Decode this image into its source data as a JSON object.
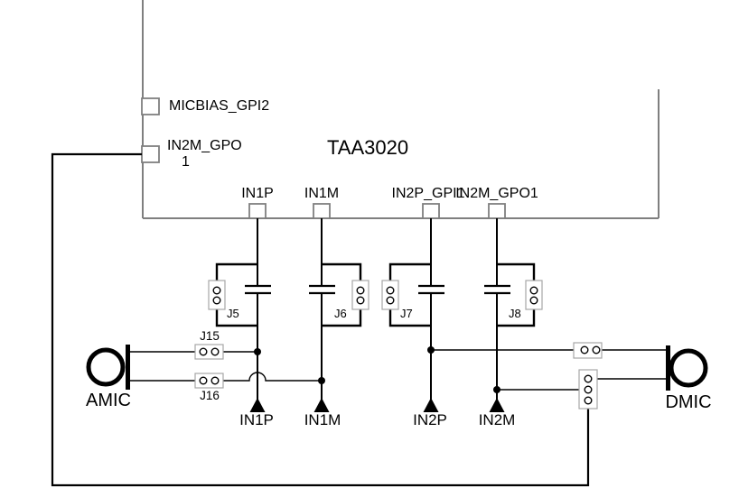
{
  "chip": {
    "name": "TAA3020",
    "left_pins": [
      {
        "label": "MICBIAS_GPI2"
      },
      {
        "label": "IN2M_GPO",
        "label2": "1"
      }
    ],
    "bottom_pins": [
      {
        "label": "IN1P"
      },
      {
        "label": "IN1M"
      },
      {
        "label": "IN2P_GPI1"
      },
      {
        "label": "IN2M_GPO1"
      }
    ]
  },
  "jumpers": {
    "j5": "J5",
    "j6": "J6",
    "j7": "J7",
    "j8": "J8",
    "j15": "J15",
    "j16": "J16"
  },
  "ports": {
    "in1p": "IN1P",
    "in1m": "IN1M",
    "in2p": "IN2P",
    "in2m": "IN2M"
  },
  "microphones": {
    "analog": "AMIC",
    "digital": "DMIC"
  },
  "colors": {
    "wire": "#000000",
    "chip_outline": "#7f7f7f",
    "header_outline": "#a6a6a6",
    "background": "#ffffff"
  }
}
